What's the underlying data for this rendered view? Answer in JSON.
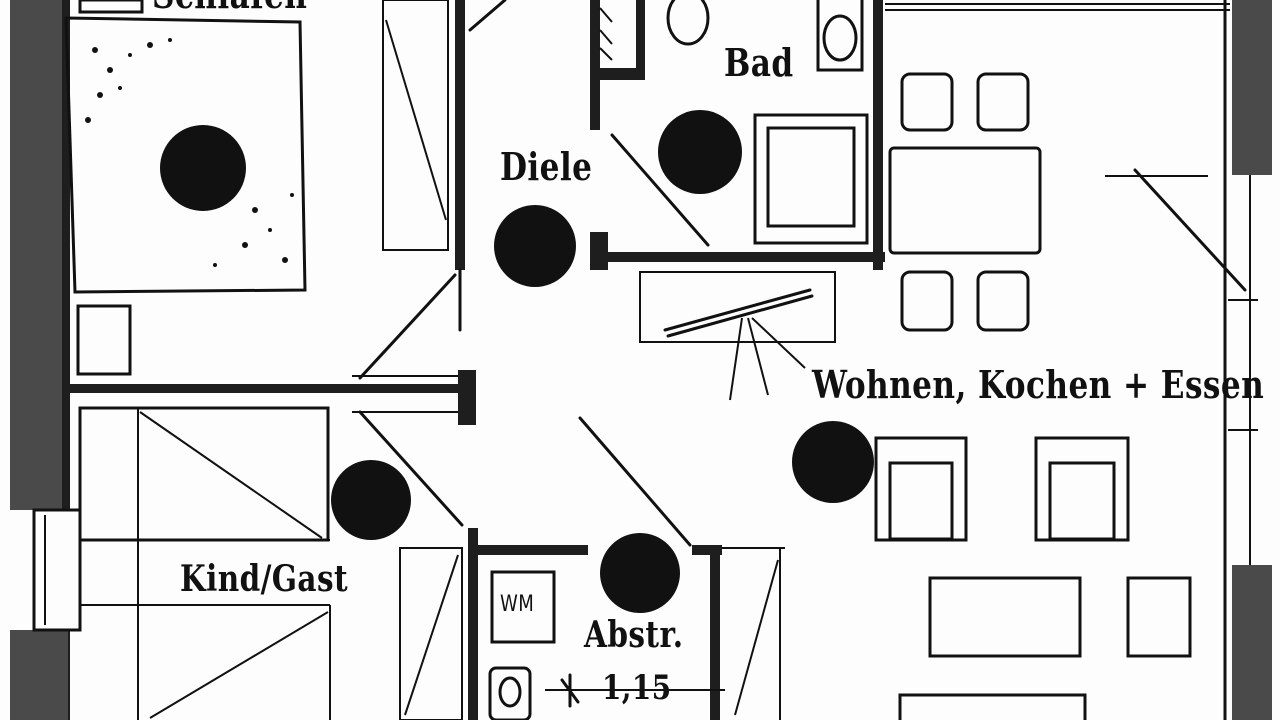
{
  "rooms": {
    "bath": "Bad",
    "hallway": "Diele",
    "living": "Wohnen, Kochen + Essen",
    "guest": "Kind/Gast",
    "storage": "Abstr.",
    "bedroom_partial": "Schlafen"
  },
  "fixtures": {
    "washing_machine": "WM"
  },
  "dimension": {
    "value": "1,15"
  }
}
